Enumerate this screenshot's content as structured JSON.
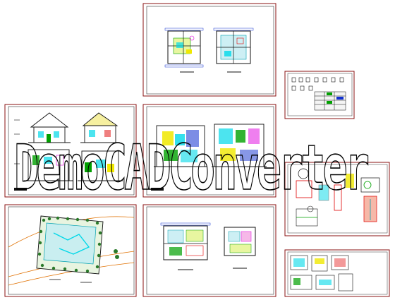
{
  "watermark": "DemoCADConverter",
  "sheets": [
    {
      "id": "upper-floor-plans",
      "captions": [
        "",
        ""
      ]
    },
    {
      "id": "legend-table",
      "captions": []
    },
    {
      "id": "elevations-left",
      "captions": []
    },
    {
      "id": "elevations-center",
      "captions": []
    },
    {
      "id": "details-right",
      "captions": []
    },
    {
      "id": "site-plan",
      "captions": [
        "",
        ""
      ]
    },
    {
      "id": "ground-floor-plans",
      "captions": [
        "",
        ""
      ]
    },
    {
      "id": "misc-details",
      "captions": []
    }
  ],
  "colors": {
    "frame": "#8a1010",
    "ink": "#111111",
    "cyan": "#00d8e8",
    "green": "#00a000",
    "yellow": "#f0e800",
    "red": "#e00000",
    "magenta": "#e000e0",
    "blue": "#1030d0",
    "orange": "#ff8c00"
  }
}
